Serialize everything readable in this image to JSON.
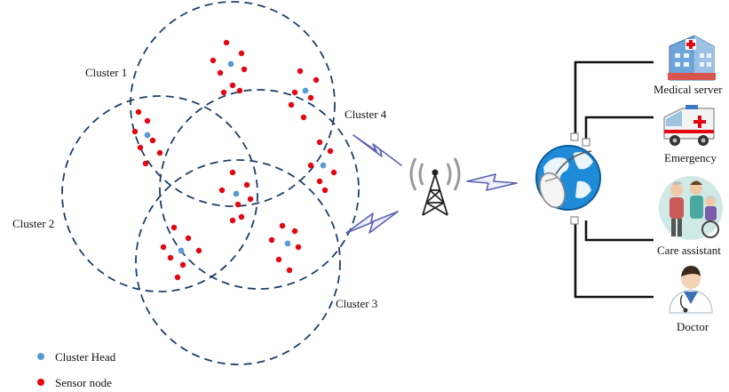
{
  "clusters": [
    {
      "label": "Cluster 1"
    },
    {
      "label": "Cluster 2"
    },
    {
      "label": "Cluster 3"
    },
    {
      "label": "Cluster 4"
    }
  ],
  "endpoints": [
    {
      "label": "Medical server",
      "icon": "hospital-icon"
    },
    {
      "label": "Emergency",
      "icon": "ambulance-icon"
    },
    {
      "label": "Care assistant",
      "icon": "care-assistant-icon"
    },
    {
      "label": "Doctor",
      "icon": "doctor-icon"
    }
  ],
  "legend": {
    "cluster_head": "Cluster Head",
    "sensor_node": "Sensor node"
  },
  "colors": {
    "cluster_head": "#5b9bd5",
    "sensor_node": "#e30613",
    "cluster_border": "#1f3f66",
    "wireless_bolt": "#5a5fb0"
  }
}
